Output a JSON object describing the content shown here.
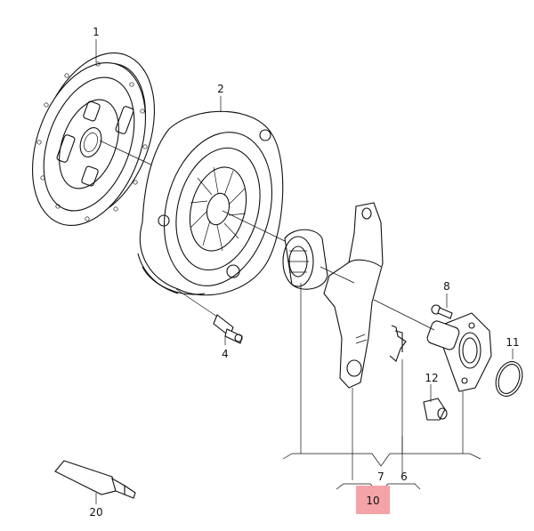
{
  "callouts": {
    "c1": "1",
    "c2": "2",
    "c4": "4",
    "c6": "6",
    "c7": "7",
    "c8": "8",
    "c10": "10",
    "c11": "11",
    "c12": "12",
    "c20": "20"
  },
  "colors": {
    "highlight": "#f4a3a6",
    "line": "#111111"
  },
  "highlighted_callout": "10"
}
